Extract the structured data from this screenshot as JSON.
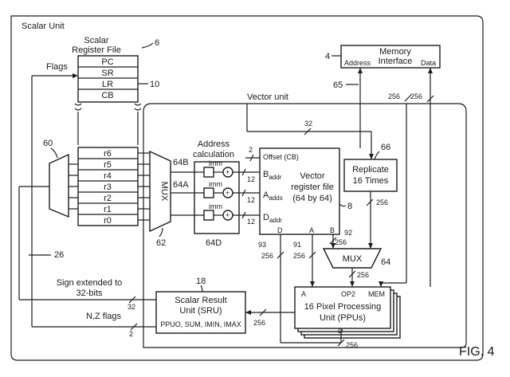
{
  "labels": {
    "scalar_unit": "Scalar Unit",
    "srf_line1": "Scalar",
    "srf_line2": "Register File",
    "ref_6": "6",
    "ref_4": "4",
    "ref_10": "10",
    "flags": "Flags",
    "reg_pc": "PC",
    "reg_sr": "SR",
    "reg_lr": "LR",
    "reg_cb": "CB",
    "reg_r6": "r6",
    "reg_r5": "r5",
    "reg_r4": "r4",
    "reg_r3": "r3",
    "reg_r2": "r2",
    "reg_r1": "r1",
    "reg_r0": "r0",
    "ref_60": "60",
    "mux_left": "MUX",
    "ref_62": "62",
    "addr_calc_1": "Address",
    "addr_calc_2": "calculation",
    "ref_64b": "64B",
    "ref_64a": "64A",
    "ref_64d": "64D",
    "imm1": "imm",
    "imm2": "imm",
    "imm3": "imm",
    "mem_if_1": "Memory",
    "mem_if_2": "Interface",
    "mem_address": "Address",
    "mem_data": "Data",
    "ref_65": "65",
    "vector_unit": "Vector unit",
    "n256_a": "256",
    "n256_b": "256",
    "n32_top": "32",
    "n2": "2",
    "offset_cb": "Offset (CB)",
    "n12_a": "12",
    "n12_b": "12",
    "n12_c": "12",
    "baddr_b": "B",
    "baddr_sub": "addr",
    "aaddr_a": "A",
    "aaddr_sub": "adds",
    "daddr_d": "D",
    "daddr_sub": "addr",
    "vrf_1": "Vector",
    "vrf_2": "register file",
    "vrf_3": "(64 by 64)",
    "ref_8": "8",
    "port_d": "D",
    "port_a": "A",
    "port_b": "B",
    "ref_92": "92",
    "ref_91": "91",
    "ref_93": "93",
    "n256_c": "256",
    "n256_d": "256",
    "n256_e": "256",
    "rep_1": "Replicate",
    "rep_2": "16 Times",
    "ref_66": "66",
    "n256_f": "256",
    "mux_right": "MUX",
    "ref_64": "64",
    "n256_g": "256",
    "ref_26": "26",
    "sign_ext_1": "Sign extended to",
    "sign_ext_2": "32-bits",
    "n32_bottom": "32",
    "nz_flags": "N,Z flags",
    "n2_bottom": "2",
    "ref_18": "18",
    "sru_1": "Scalar Result",
    "sru_2": "Unit (SRU)",
    "sru_3": "PPUO, SUM, IMIN, IMAX",
    "n256_h": "256",
    "ppu_a": "A",
    "ppu_op2": "OP2",
    "ppu_mem": "MEM",
    "ppu_1": "16 Pixel Processing",
    "ppu_2": "Unit (PPUs)",
    "ppu_d": "D",
    "n256_i": "256",
    "fig_label": "FIG. 4"
  }
}
